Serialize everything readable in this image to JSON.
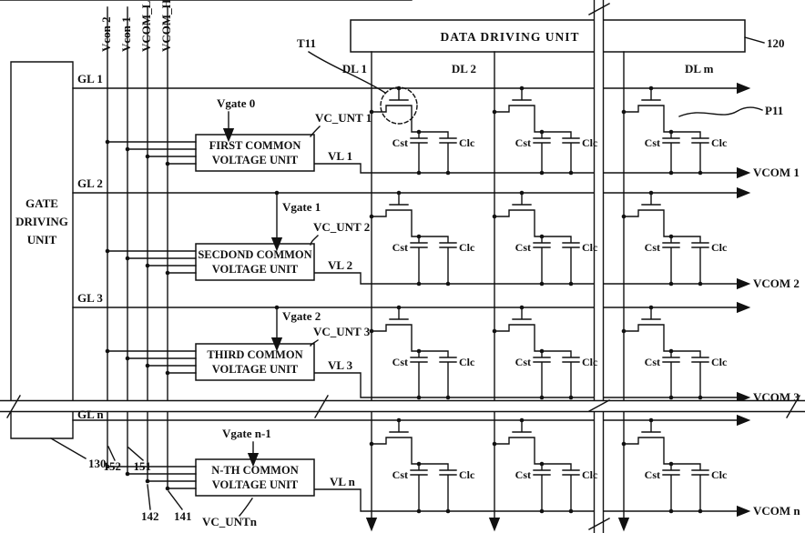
{
  "top": {
    "signal_lines": [
      "Vcon 2",
      "Vcon 1",
      "VCOM_L",
      "VCOM_H"
    ],
    "data_driving_unit": "DATA DRIVING UNIT",
    "ref_data_unit": "120",
    "dl_labels": [
      "DL 1",
      "DL 2",
      "DL m"
    ],
    "t11": "T11",
    "p11": "P11"
  },
  "gate_unit": {
    "lines": [
      "GATE",
      "DRIVING",
      "UNIT"
    ],
    "ref": "130"
  },
  "gl_labels": [
    "GL 1",
    "GL 2",
    "GL 3",
    "GL n"
  ],
  "units": [
    {
      "line1": "FIRST COMMON",
      "line2": "VOLTAGE UNIT",
      "vgate": "Vgate 0",
      "tag": "VC_UNT 1",
      "vl": "VL 1",
      "vcom": "VCOM 1"
    },
    {
      "line1": "SECDOND COMMON",
      "line2": "VOLTAGE UNIT",
      "vgate": "Vgate 1",
      "tag": "VC_UNT 2",
      "vl": "VL 2",
      "vcom": "VCOM 2"
    },
    {
      "line1": "THIRD COMMON",
      "line2": "VOLTAGE UNIT",
      "vgate": "Vgate 2",
      "tag": "VC_UNT 3",
      "vl": "VL 3",
      "vcom": "VCOM 3"
    },
    {
      "line1": "N-TH COMMON",
      "line2": "VOLTAGE UNIT",
      "vgate": "Vgate n-1",
      "tag": "VC_UNTn",
      "vl": "VL n",
      "vcom": "VCOM n"
    }
  ],
  "pixel": {
    "cst": "Cst",
    "clc": "Clc"
  },
  "refs": {
    "r152": "152",
    "r151": "151",
    "r142": "142",
    "r141": "141"
  }
}
